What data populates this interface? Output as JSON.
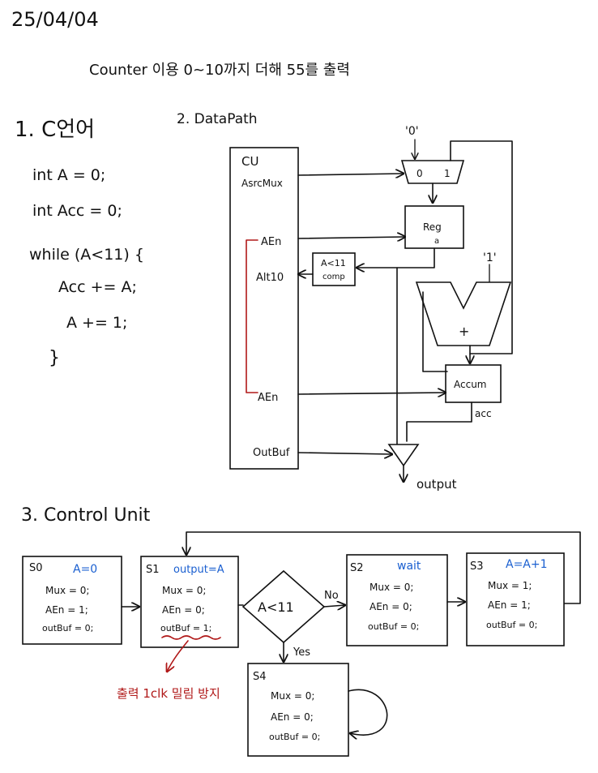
{
  "header": {
    "date": "25/04/04",
    "title": "Counter 이용 0~10까지 더해 55를 출력"
  },
  "code_section": {
    "heading": "1. C언어",
    "lines": [
      "int A = 0;",
      "int Acc = 0;",
      "while (A<11) {",
      "Acc += A;",
      "A += 1;",
      "}"
    ]
  },
  "datapath": {
    "heading": "2. DataPath",
    "cu_label": "CU",
    "signals": {
      "asrcmux": "AsrcMux",
      "aen1": "AEn",
      "alt10": "Alt10",
      "aen2": "AEn",
      "outbuf": "OutBuf"
    },
    "mux": {
      "in0": "0",
      "in1": "1",
      "const": "'0'"
    },
    "reg": {
      "line1": "Reg",
      "line2": "a"
    },
    "comp": {
      "line1": "A<11",
      "line2": "comp"
    },
    "adder": {
      "symbol": "+",
      "const": "'1'"
    },
    "accum": {
      "label": "Accum",
      "out": "acc"
    },
    "output_label": "output"
  },
  "control_unit": {
    "heading": "3. Control Unit",
    "states": {
      "s0": {
        "name": "S0",
        "action": "A=0",
        "lines": [
          "Mux = 0;",
          "AEn = 1;",
          "outBuf = 0;"
        ]
      },
      "s1": {
        "name": "S1",
        "action": "output=A",
        "lines": [
          "Mux = 0;",
          "AEn = 0;",
          "outBuf = 1;"
        ]
      },
      "s2": {
        "name": "S2",
        "action": "wait",
        "lines": [
          "Mux = 0;",
          "AEn = 0;",
          "outBuf = 0;"
        ]
      },
      "s3": {
        "name": "S3",
        "action": "A=A+1",
        "lines": [
          "Mux = 1;",
          "AEn = 1;",
          "outBuf = 0;"
        ]
      },
      "s4": {
        "name": "S4",
        "action": "",
        "lines": [
          "Mux = 0;",
          "AEn = 0;",
          "outBuf = 0;"
        ]
      }
    },
    "decision": {
      "label": "A<11",
      "no": "No",
      "yes": "Yes"
    },
    "note": "출력 1clk 밀림 방지"
  }
}
